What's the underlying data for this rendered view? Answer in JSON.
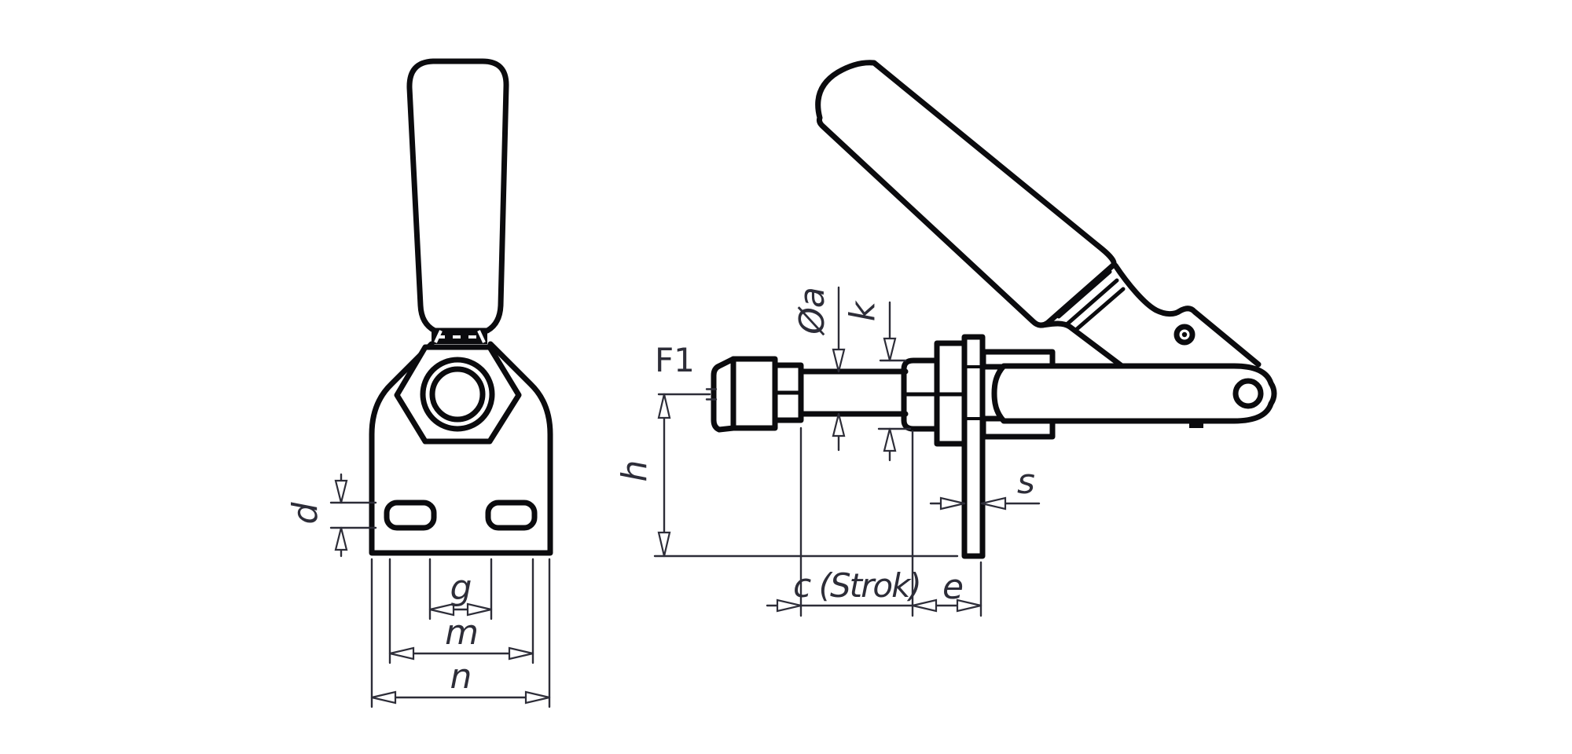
{
  "drawing": {
    "labels": {
      "force": "F1",
      "spindle_diameter": "Øa",
      "collar_height": "k",
      "axis_height": "h",
      "stroke": "c (Strok)",
      "front_offset": "e",
      "plate_thickness": "s",
      "slot_width": "d",
      "slot_inner_spacing": "g",
      "slot_outer_spacing": "m",
      "base_width": "n"
    },
    "colors": {
      "outline": "#0b0b0e",
      "dimension": "#2d2d38",
      "background": "#ffffff"
    }
  }
}
